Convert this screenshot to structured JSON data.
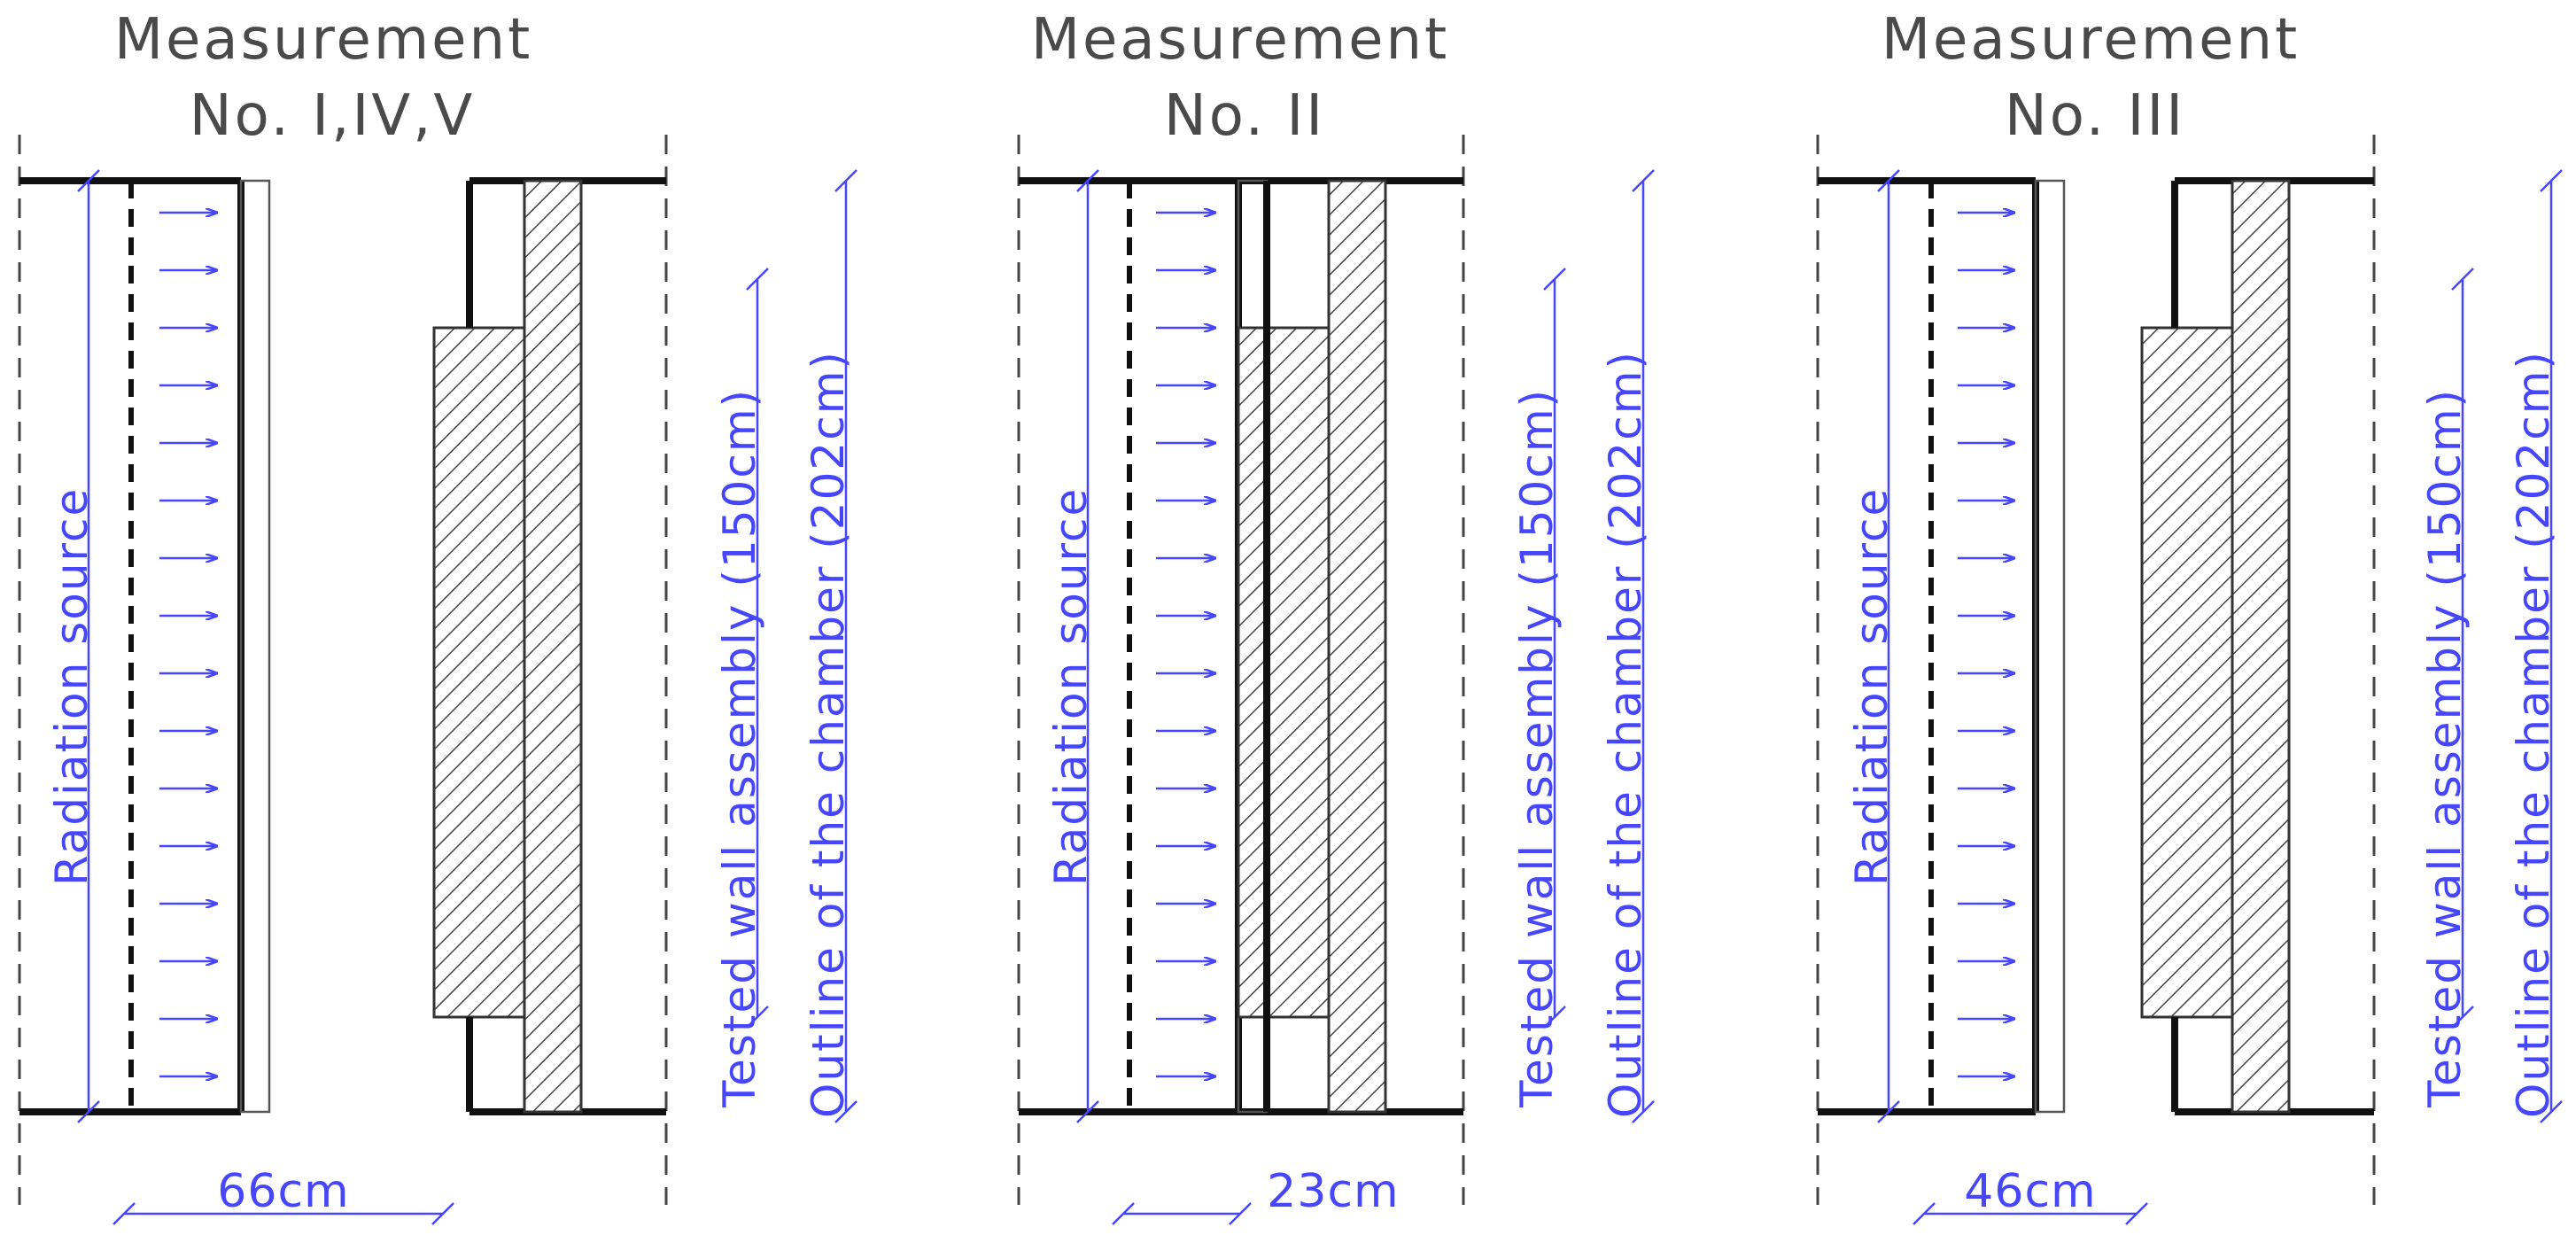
{
  "panels": [
    {
      "title_line1": "Measurement",
      "title_line2": "No.  I,IV,V",
      "source_label": "Radiation source",
      "wall_label": "Tested wall assembly  (150cm)",
      "chamber_label": "Outline of the chamber  (202cm)",
      "distance_label": "66cm",
      "distance_cm": 66
    },
    {
      "title_line1": "Measurement",
      "title_line2": "No.  II",
      "source_label": "Radiation source",
      "wall_label": "Tested wall assembly  (150cm)",
      "chamber_label": "Outline of the chamber  (202cm)",
      "distance_label": "23cm",
      "distance_cm": 23
    },
    {
      "title_line1": "Measurement",
      "title_line2": "No.  III",
      "source_label": "Radiation source",
      "wall_label": "Tested wall assembly  (150cm)",
      "chamber_label": "Outline of the chamber  (202cm)",
      "distance_label": "46cm",
      "distance_cm": 46
    }
  ],
  "colors": {
    "annotation": "#4646ff",
    "outline": "#111111",
    "title": "#4a4a4a"
  }
}
